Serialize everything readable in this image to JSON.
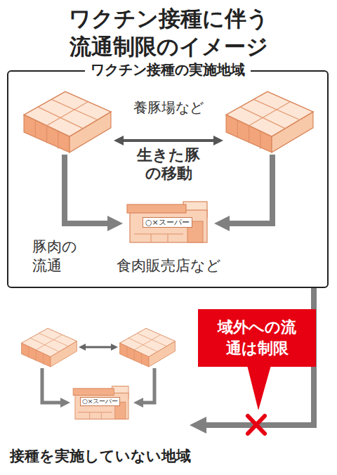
{
  "diagram": {
    "title": "ワクチン接種に伴う 流通制限のイメージ",
    "nodes": [
      {
        "text": [
          "ワクチン接種の実施地域"
        ]
      },
      {
        "text": [],
        "in": 0
      },
      {
        "text": [],
        "in": 0
      },
      {
        "text": [
          "○×スーパー",
          "食肉販売店など"
        ],
        "in": 0
      },
      {
        "text": [
          "接種を実施していない地域"
        ]
      },
      {
        "text": [],
        "in": 4
      },
      {
        "text": [],
        "in": 4
      },
      {
        "text": [
          "○×スーパー"
        ],
        "in": 4
      },
      {
        "text": [
          "域外への流通は制限"
        ]
      }
    ],
    "edges": [
      {
        "from": 1,
        "to": 2,
        "arrow": "both",
        "label": "生きた豚の移動"
      },
      {
        "from": 1,
        "to": 3,
        "arrow": "to"
      },
      {
        "from": 2,
        "to": 3,
        "arrow": "to"
      },
      {
        "from": 5,
        "to": 6,
        "arrow": "both"
      },
      {
        "from": 5,
        "to": 7,
        "arrow": "to"
      },
      {
        "from": 6,
        "to": 7,
        "arrow": "to"
      },
      {
        "from": 0,
        "to": 4,
        "arrow": "to"
      }
    ],
    "labels": [
      "養豚場など",
      "豚肉の流通"
    ]
  }
}
